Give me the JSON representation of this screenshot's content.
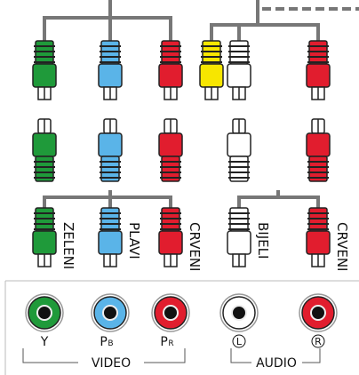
{
  "colors": {
    "green": "#1f9a3a",
    "blue": "#5ab4e8",
    "red": "#e11d2e",
    "yellow": "#f7e600",
    "white": "#ffffff",
    "line": "#777777",
    "black": "#111111"
  },
  "upper_cables": [
    {
      "id": "green",
      "color": "green"
    },
    {
      "id": "blue",
      "color": "blue"
    },
    {
      "id": "red-video",
      "color": "red"
    },
    {
      "id": "yellow",
      "color": "yellow"
    },
    {
      "id": "white",
      "color": "white"
    },
    {
      "id": "red-audio",
      "color": "red"
    }
  ],
  "middle_cables": [
    {
      "id": "green",
      "color": "green"
    },
    {
      "id": "blue",
      "color": "blue"
    },
    {
      "id": "red-video",
      "color": "red"
    },
    {
      "id": "white",
      "color": "white"
    },
    {
      "id": "red-audio",
      "color": "red"
    }
  ],
  "lower_plugs": [
    {
      "id": "green",
      "color": "green",
      "label": "ZELENI"
    },
    {
      "id": "blue",
      "color": "blue",
      "label": "PLAVI"
    },
    {
      "id": "red-video",
      "color": "red",
      "label": "CRVENI"
    },
    {
      "id": "white",
      "color": "white",
      "label": "BIJELI"
    },
    {
      "id": "red-audio",
      "color": "red",
      "label": "CRVENI"
    }
  ],
  "jacks": [
    {
      "id": "y",
      "color": "green",
      "label": "Y",
      "circled": false
    },
    {
      "id": "pb",
      "color": "blue",
      "label": "P",
      "sub": "B",
      "circled": false
    },
    {
      "id": "pr",
      "color": "red",
      "label": "P",
      "sub": "R",
      "circled": false
    },
    {
      "id": "l",
      "color": "white",
      "label": "L",
      "circled": true
    },
    {
      "id": "r",
      "color": "red",
      "label": "R",
      "circled": true
    }
  ],
  "groups": {
    "video": "VIDEO",
    "audio": "AUDIO"
  }
}
